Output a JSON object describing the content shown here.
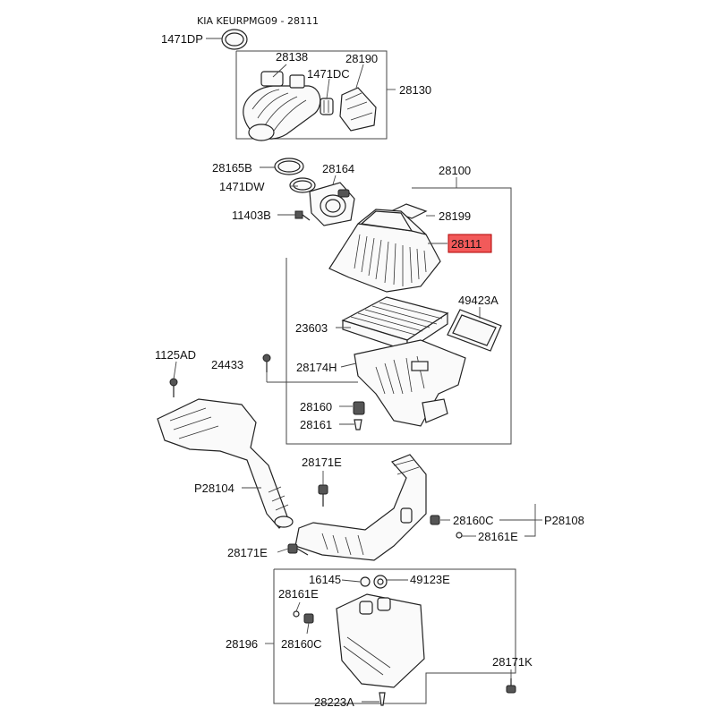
{
  "title": "KIA KEURPMG09 - 28111",
  "highlight_color": "#f25a5a",
  "labels": {
    "p1471DP": "1471DP",
    "p28138": "28138",
    "p28190": "28190",
    "p1471DC": "1471DC",
    "p28130": "28130",
    "p28165B": "28165B",
    "p28164": "28164",
    "p28100": "28100",
    "p1471DW": "1471DW",
    "p11403B": "11403B",
    "p28199": "28199",
    "p28111": "28111",
    "p49423A": "49423A",
    "p23603": "23603",
    "p1125AD": "1125AD",
    "p24433": "24433",
    "p28174H": "28174H",
    "p28160": "28160",
    "p28161": "28161",
    "p28171E_a": "28171E",
    "pP28104": "P28104",
    "p28160C_a": "28160C",
    "pP28108": "P28108",
    "p28161E_a": "28161E",
    "p28171E_b": "28171E",
    "p16145": "16145",
    "p49123E": "49123E",
    "p28161E_b": "28161E",
    "p28196": "28196",
    "p28160C_b": "28160C",
    "p28171K": "28171K",
    "p28223A": "28223A"
  }
}
